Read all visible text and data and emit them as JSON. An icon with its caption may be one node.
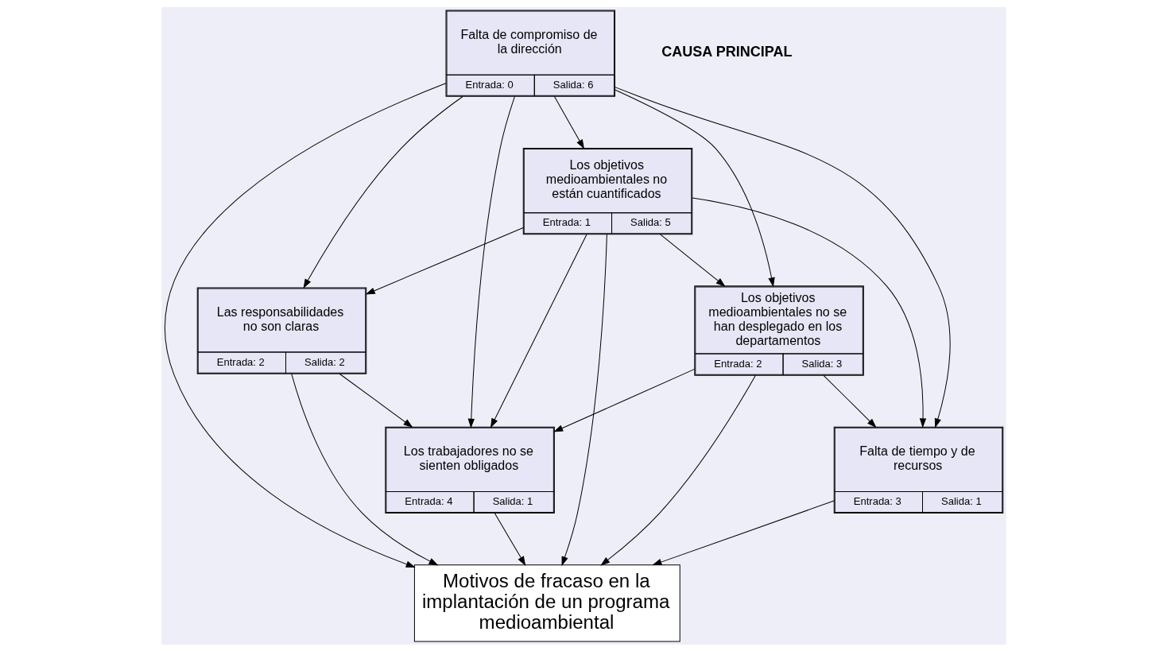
{
  "diagram": {
    "nodes": [
      {
        "text": [
          "Motivos de fracaso en la implantación de un programa medioambiental"
        ]
      },
      {
        "text": [
          "Falta de compromiso de la dirección",
          "Entrada: 0",
          "Salida: 6"
        ],
        "beside": [
          "CAUSA PRINCIPAL"
        ]
      },
      {
        "text": [
          "Las responsabilidades no son claras",
          "Entrada: 2",
          "Salida: 2"
        ]
      },
      {
        "text": [
          "Los objetivos medioambientales no se han desplegado en los departamentos",
          "Entrada: 2",
          "Salida: 3"
        ]
      },
      {
        "text": [
          "Los trabajadores no se sienten obligados",
          "Entrada: 4",
          "Salida: 1"
        ]
      },
      {
        "text": [
          "Falta de tiempo y de recursos",
          "Entrada: 3",
          "Salida: 1"
        ]
      },
      {
        "text": [
          "Los objetivos medioambientales no están cuantificados",
          "Entrada: 1",
          "Salida: 5"
        ]
      }
    ],
    "edges": [
      {
        "from": 1,
        "to": 2,
        "arrow": "to"
      },
      {
        "from": 1,
        "to": 3,
        "arrow": "to"
      },
      {
        "from": 1,
        "to": 0,
        "arrow": "to"
      },
      {
        "from": 1,
        "to": 6,
        "arrow": "to"
      },
      {
        "from": 1,
        "to": 4,
        "arrow": "to"
      },
      {
        "from": 1,
        "to": 5,
        "arrow": "to"
      },
      {
        "from": 2,
        "to": 4,
        "arrow": "to"
      },
      {
        "from": 2,
        "to": 0,
        "arrow": "to"
      },
      {
        "from": 6,
        "to": 2,
        "arrow": "to"
      },
      {
        "from": 6,
        "to": 3,
        "arrow": "to"
      },
      {
        "from": 6,
        "to": 4,
        "arrow": "to"
      },
      {
        "from": 6,
        "to": 5,
        "arrow": "to"
      },
      {
        "from": 6,
        "to": 0,
        "arrow": "to"
      },
      {
        "from": 3,
        "to": 4,
        "arrow": "to"
      },
      {
        "from": 3,
        "to": 5,
        "arrow": "to"
      },
      {
        "from": 3,
        "to": 0,
        "arrow": "to"
      },
      {
        "from": 4,
        "to": 0,
        "arrow": "to"
      },
      {
        "from": 5,
        "to": 0,
        "arrow": "to"
      }
    ]
  }
}
